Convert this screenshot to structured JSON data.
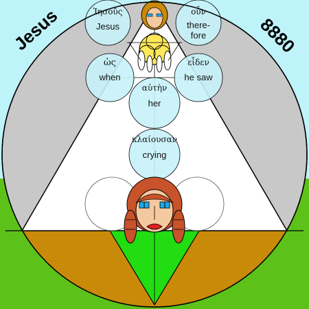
{
  "corner_labels": {
    "left": "Jesus",
    "right": "8880"
  },
  "words": [
    {
      "id": "jesus",
      "greek": "Ἰησοῦς",
      "english": [
        "Jesus"
      ]
    },
    {
      "id": "oun",
      "greek": "οὖν",
      "english": [
        "there-",
        "fore"
      ]
    },
    {
      "id": "hos",
      "greek": "ὡς",
      "english": [
        "when"
      ]
    },
    {
      "id": "eiden",
      "greek": "εἶδεν",
      "english": [
        "he saw"
      ]
    },
    {
      "id": "auten",
      "greek": "αὐτὴν",
      "english": [
        "her"
      ]
    },
    {
      "id": "klaiousan",
      "greek": "κλαίουσαν",
      "english": [
        "crying"
      ]
    }
  ],
  "colors": {
    "sky": "#bff3fa",
    "ground_green": "#5cc21a",
    "disc": "#c8c8c8",
    "sand": "#c98a0a",
    "triangle_green": "#22dd11",
    "word_circle": "#c6f2f8",
    "hair": "#c8522a",
    "skin": "#f5c9a0",
    "eyes": "#1ea8e6",
    "halo": "#ffe85a"
  }
}
